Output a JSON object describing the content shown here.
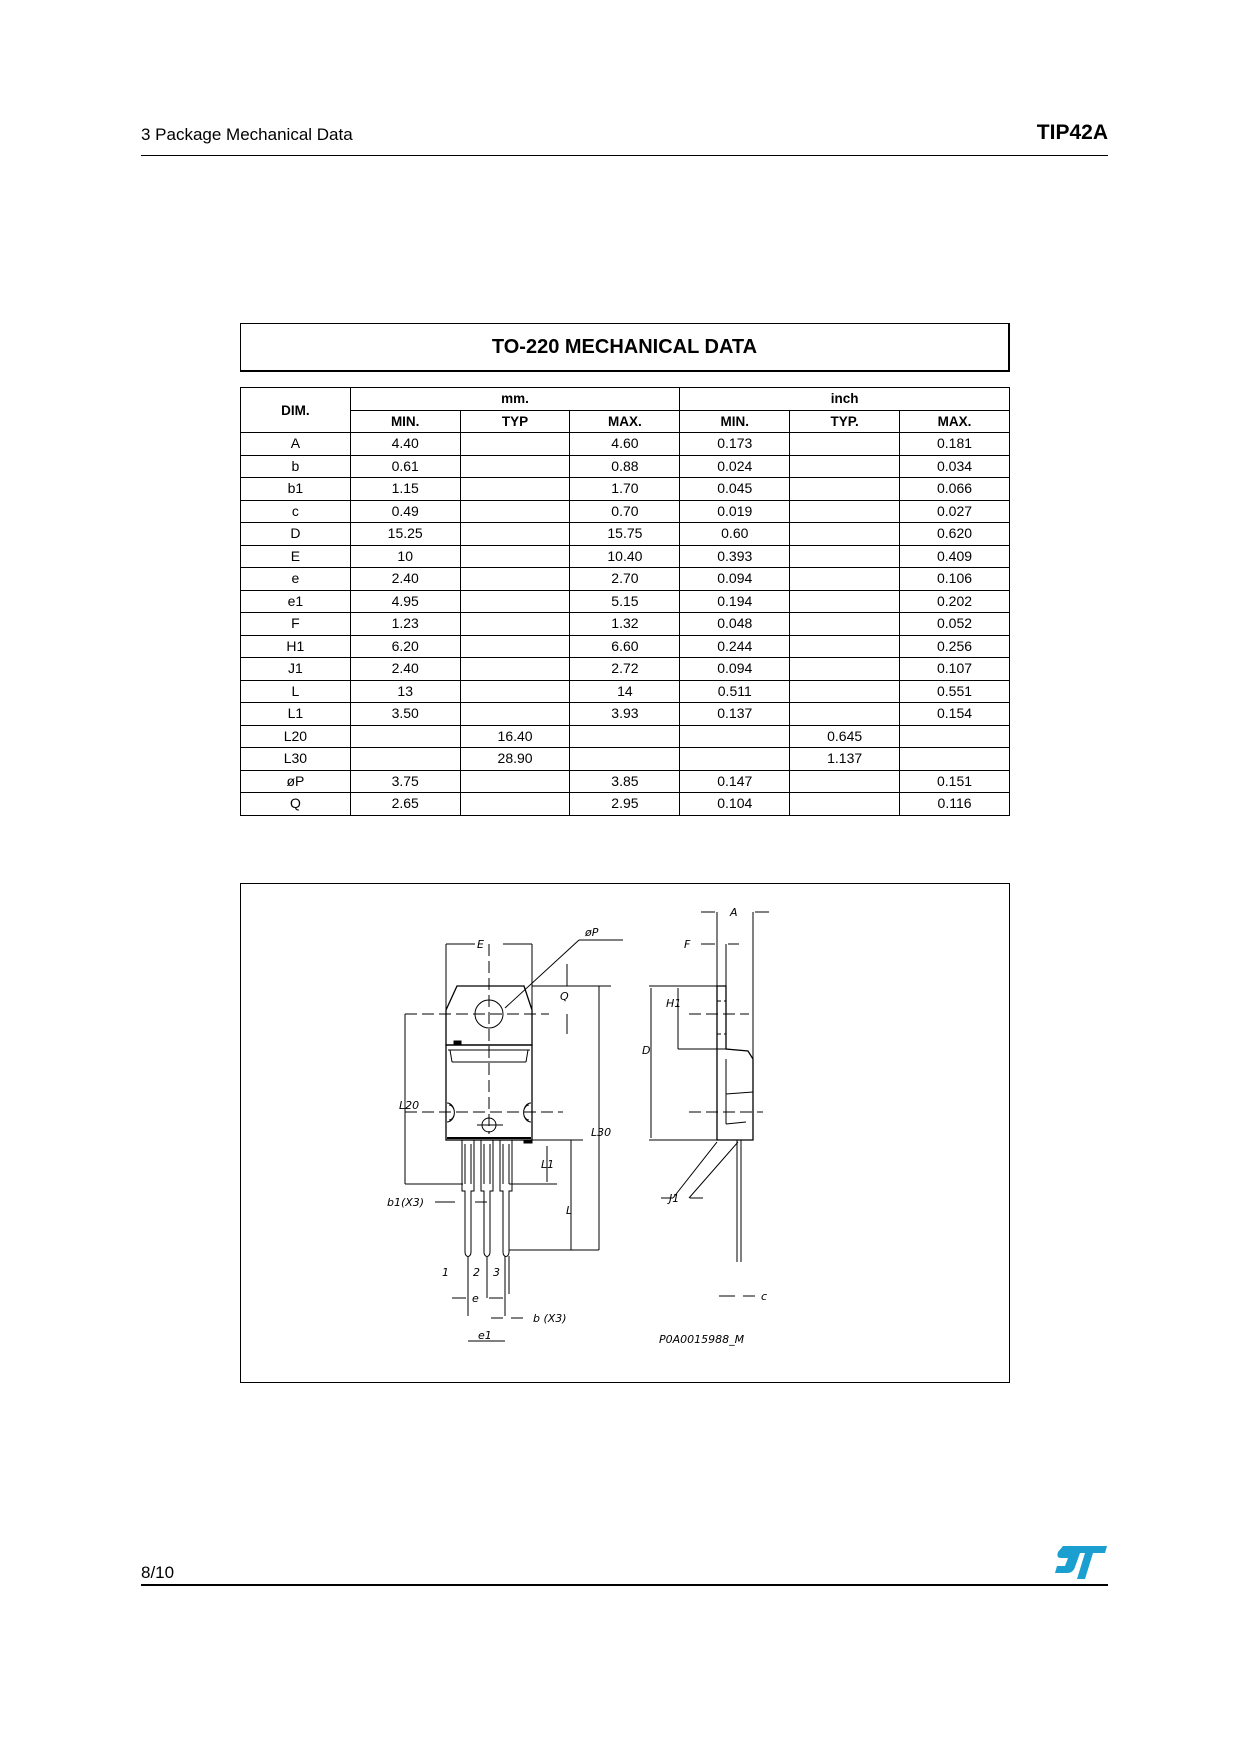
{
  "header": {
    "section": "3 Package Mechanical Data",
    "part_number": "TIP42A"
  },
  "table": {
    "title": "TO-220 MECHANICAL DATA",
    "dim_header": "DIM.",
    "group_headers": [
      "mm.",
      "inch"
    ],
    "sub_headers": [
      "MIN.",
      "TYP",
      "MAX.",
      "MIN.",
      "TYP.",
      "MAX."
    ],
    "rows": [
      {
        "dim": "A",
        "mm_min": "4.40",
        "mm_typ": "",
        "mm_max": "4.60",
        "in_min": "0.173",
        "in_typ": "",
        "in_max": "0.181"
      },
      {
        "dim": "b",
        "mm_min": "0.61",
        "mm_typ": "",
        "mm_max": "0.88",
        "in_min": "0.024",
        "in_typ": "",
        "in_max": "0.034"
      },
      {
        "dim": "b1",
        "mm_min": "1.15",
        "mm_typ": "",
        "mm_max": "1.70",
        "in_min": "0.045",
        "in_typ": "",
        "in_max": "0.066"
      },
      {
        "dim": "c",
        "mm_min": "0.49",
        "mm_typ": "",
        "mm_max": "0.70",
        "in_min": "0.019",
        "in_typ": "",
        "in_max": "0.027"
      },
      {
        "dim": "D",
        "mm_min": "15.25",
        "mm_typ": "",
        "mm_max": "15.75",
        "in_min": "0.60",
        "in_typ": "",
        "in_max": "0.620"
      },
      {
        "dim": "E",
        "mm_min": "10",
        "mm_typ": "",
        "mm_max": "10.40",
        "in_min": "0.393",
        "in_typ": "",
        "in_max": "0.409"
      },
      {
        "dim": "e",
        "mm_min": "2.40",
        "mm_typ": "",
        "mm_max": "2.70",
        "in_min": "0.094",
        "in_typ": "",
        "in_max": "0.106"
      },
      {
        "dim": "e1",
        "mm_min": "4.95",
        "mm_typ": "",
        "mm_max": "5.15",
        "in_min": "0.194",
        "in_typ": "",
        "in_max": "0.202"
      },
      {
        "dim": "F",
        "mm_min": "1.23",
        "mm_typ": "",
        "mm_max": "1.32",
        "in_min": "0.048",
        "in_typ": "",
        "in_max": "0.052"
      },
      {
        "dim": "H1",
        "mm_min": "6.20",
        "mm_typ": "",
        "mm_max": "6.60",
        "in_min": "0.244",
        "in_typ": "",
        "in_max": "0.256"
      },
      {
        "dim": "J1",
        "mm_min": "2.40",
        "mm_typ": "",
        "mm_max": "2.72",
        "in_min": "0.094",
        "in_typ": "",
        "in_max": "0.107"
      },
      {
        "dim": "L",
        "mm_min": "13",
        "mm_typ": "",
        "mm_max": "14",
        "in_min": "0.511",
        "in_typ": "",
        "in_max": "0.551"
      },
      {
        "dim": "L1",
        "mm_min": "3.50",
        "mm_typ": "",
        "mm_max": "3.93",
        "in_min": "0.137",
        "in_typ": "",
        "in_max": "0.154"
      },
      {
        "dim": "L20",
        "mm_min": "",
        "mm_typ": "16.40",
        "mm_max": "",
        "in_min": "",
        "in_typ": "0.645",
        "in_max": ""
      },
      {
        "dim": "L30",
        "mm_min": "",
        "mm_typ": "28.90",
        "mm_max": "",
        "in_min": "",
        "in_typ": "1.137",
        "in_max": ""
      },
      {
        "dim": "øP",
        "mm_min": "3.75",
        "mm_typ": "",
        "mm_max": "3.85",
        "in_min": "0.147",
        "in_typ": "",
        "in_max": "0.151"
      },
      {
        "dim": "Q",
        "mm_min": "2.65",
        "mm_typ": "",
        "mm_max": "2.95",
        "in_min": "0.104",
        "in_typ": "",
        "in_max": "0.116"
      }
    ]
  },
  "drawing": {
    "labels": {
      "E": "E",
      "oP": "øP",
      "Q": "Q",
      "L20": "L20",
      "L30": "L30",
      "L1": "L1",
      "L": "L",
      "b1": "b1(X3)",
      "b": "b  (X3)",
      "e": "e",
      "e1": "e1",
      "pin1": "1",
      "pin2": "2",
      "pin3": "3",
      "A": "A",
      "F": "F",
      "H1": "H1",
      "D": "D",
      "J1": "J1",
      "c": "c"
    },
    "drawing_id": "P0A0015988_M"
  },
  "footer": {
    "page": "8/10",
    "logo": "st-logo",
    "logo_color": "#1a9fd0"
  }
}
